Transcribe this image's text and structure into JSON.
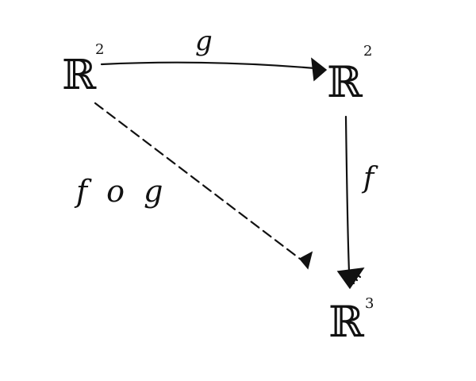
{
  "diagram": {
    "nodes": {
      "top_left": {
        "base": "ℝ",
        "sup": "2"
      },
      "top_right": {
        "base": "ℝ",
        "sup": "2"
      },
      "bottom_right": {
        "base": "ℝ",
        "sup": "3"
      }
    },
    "arrows": {
      "g": {
        "label": "g"
      },
      "f": {
        "label": "f"
      },
      "fog": {
        "label": "f o g"
      }
    }
  }
}
